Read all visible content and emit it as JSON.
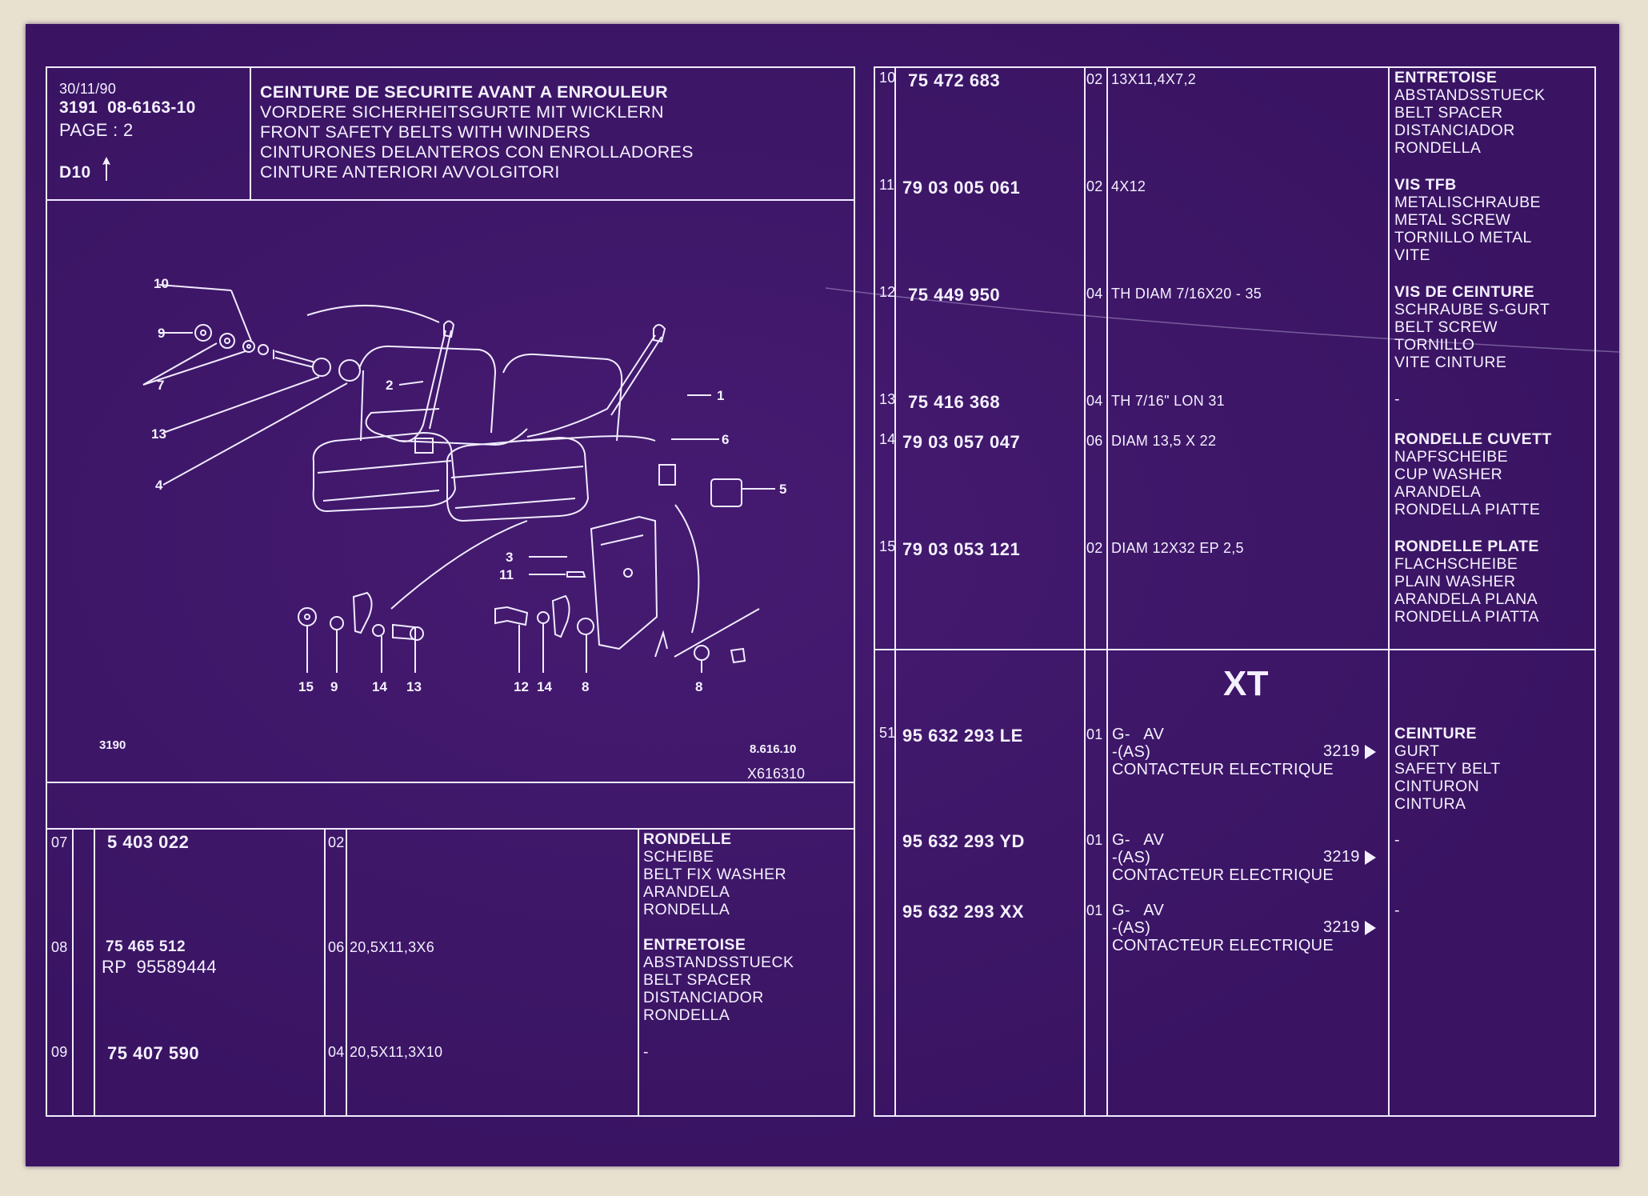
{
  "header": {
    "date": "30/11/90",
    "ref_code": "3191  08-6163-10",
    "page": "PAGE : 2",
    "section": "D10",
    "title_lines": [
      "CEINTURE DE SECURITE AVANT A ENROULEUR",
      "VORDERE SICHERHEITSGURTE MIT WICKLERN",
      "FRONT SAFETY BELTS WITH WINDERS",
      "CINTURONES DELANTEROS CON ENROLLADORES",
      "CINTURE ANTERIORI AVVOLGITORI"
    ]
  },
  "diagram": {
    "code_left": "3190",
    "code_right_1": "8.616.10",
    "code_right_2": "X616310",
    "callouts": {
      "c10": "10",
      "c9": "9",
      "c7": "7",
      "c13": "13",
      "c4": "4",
      "c2": "2",
      "c1": "1",
      "c6": "6",
      "c5": "5",
      "c3": "3",
      "c11": "11",
      "b15": "15",
      "b9": "9",
      "b14": "14",
      "b13": "13",
      "b12": "12",
      "b14b": "14",
      "b8": "8",
      "b8b": "8"
    }
  },
  "left_table": [
    {
      "num": "07",
      "part": "5 403 022",
      "part2": "",
      "qty": "02",
      "dim": "",
      "desc": [
        "RONDELLE",
        "SCHEIBE",
        "BELT FIX WASHER",
        "ARANDELA",
        "RONDELLA"
      ]
    },
    {
      "num": "08",
      "part": "75 465 512",
      "part2": "RP  95589444",
      "qty": "06",
      "dim": "20,5X11,3X6",
      "desc": [
        "ENTRETOISE",
        "ABSTANDSSTUECK",
        "BELT SPACER",
        "DISTANCIADOR",
        "RONDELLA"
      ]
    },
    {
      "num": "09",
      "part": "75 407 590",
      "part2": "",
      "qty": "04",
      "dim": "20,5X11,3X10",
      "desc": [
        "-"
      ]
    }
  ],
  "right_table": [
    {
      "num": "10",
      "part": "75 472 683",
      "qty": "02",
      "dim": "13X11,4X7,2",
      "desc": [
        "ENTRETOISE",
        "ABSTANDSSTUECK",
        "BELT SPACER",
        "DISTANCIADOR",
        "RONDELLA"
      ]
    },
    {
      "num": "11",
      "part": "79 03 005 061",
      "qty": "02",
      "dim": "4X12",
      "desc": [
        "VIS TFB",
        "METALISCHRAUBE",
        "METAL SCREW",
        "TORNILLO METAL",
        "VITE"
      ]
    },
    {
      "num": "12",
      "part": "75 449 950",
      "qty": "04",
      "dim": "TH DIAM 7/16X20 - 35",
      "desc": [
        "VIS DE CEINTURE",
        "SCHRAUBE S-GURT",
        "BELT SCREW",
        "TORNILLO",
        "VITE CINTURE"
      ]
    },
    {
      "num": "13",
      "part": "75 416 368",
      "qty": "04",
      "dim": "TH 7/16\" LON 31",
      "desc": [
        "-"
      ]
    },
    {
      "num": "14",
      "part": "79 03 057 047",
      "qty": "06",
      "dim": "DIAM 13,5 X 22",
      "desc": [
        "RONDELLE CUVETT",
        "NAPFSCHEIBE",
        "CUP WASHER",
        "ARANDELA",
        "RONDELLA PIATTE"
      ]
    },
    {
      "num": "15",
      "part": "79 03 053 121",
      "qty": "02",
      "dim": "DIAM 12X32 EP 2,5",
      "desc": [
        "RONDELLE PLATE",
        "FLACHSCHEIBE",
        "PLAIN WASHER",
        "ARANDELA PLANA",
        "RONDELLA PIATTA"
      ]
    }
  ],
  "xt_section": {
    "label": "XT",
    "rows": [
      {
        "num": "51",
        "part": "95 632 293 LE",
        "qty": "01",
        "line1": "G-   AV",
        "line2": "-(AS)",
        "ref": "3219",
        "line3": "CONTACTEUR ELECTRIQUE",
        "desc": [
          "CEINTURE",
          "GURT",
          "SAFETY BELT",
          "CINTURON",
          "CINTURA"
        ]
      },
      {
        "num": "",
        "part": "95 632 293 YD",
        "qty": "01",
        "line1": "G-   AV",
        "line2": "-(AS)",
        "ref": "3219",
        "line3": "CONTACTEUR ELECTRIQUE",
        "desc": [
          "-"
        ]
      },
      {
        "num": "",
        "part": "95 632 293 XX",
        "qty": "01",
        "line1": "G-   AV",
        "line2": "-(AS)",
        "ref": "3219",
        "line3": "CONTACTEUR ELECTRIQUE",
        "desc": [
          "-"
        ]
      }
    ]
  }
}
